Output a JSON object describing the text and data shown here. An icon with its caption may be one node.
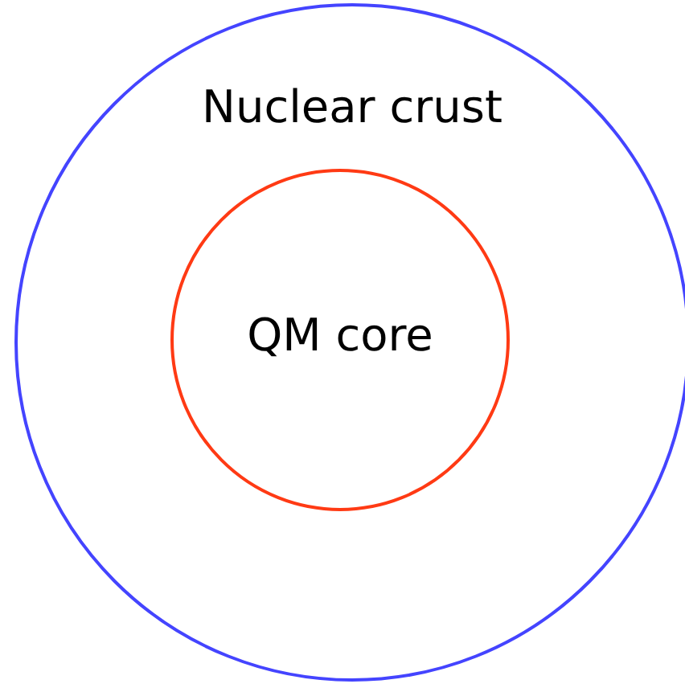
{
  "diagram": {
    "nodes": [
      {
        "text": [
          "Nuclear crust"
        ]
      },
      {
        "text": [
          "QM core"
        ],
        "in": 0
      }
    ]
  }
}
